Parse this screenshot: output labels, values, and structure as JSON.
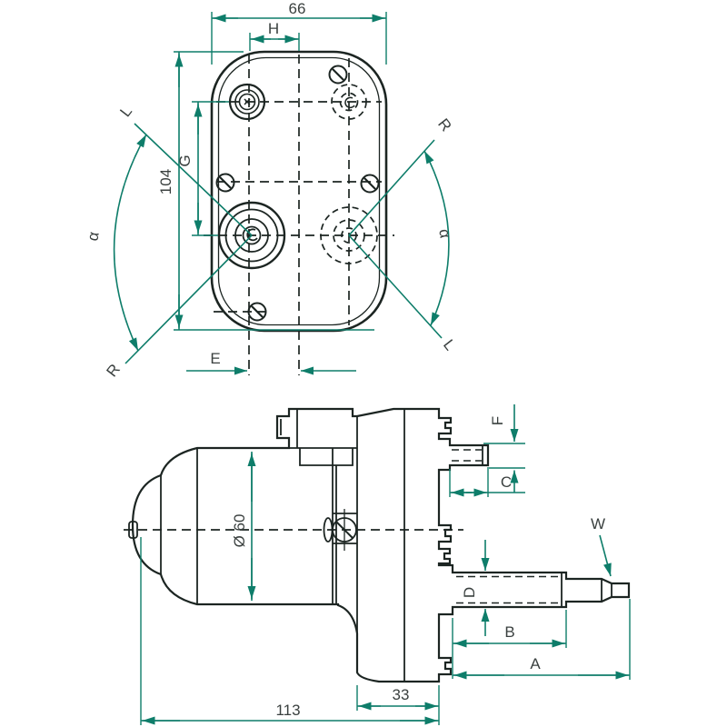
{
  "drawing": {
    "description": "Two-view technical dimension drawing of a windscreen wiper motor",
    "colors": {
      "background": "#ffffff",
      "dimension_line": "#0e7d6a",
      "outline": "#1c2522",
      "label_text": "#3a403f",
      "front_view_fill": "#c6d3d0",
      "front_view_rim": "#b9c9c5",
      "boss_fill": "#9db4af",
      "side_view_fill": "#8fa9a6"
    },
    "labels": {
      "top_width": "66",
      "hole_spacing": "H",
      "top_height": "104",
      "shaft_to_hole": "G",
      "shaft_offset": "E",
      "sweep_left_upper": "L",
      "sweep_left_lower": "R",
      "sweep_angle_left": "α",
      "sweep_right_upper": "R",
      "sweep_right_lower": "L",
      "sweep_angle_right": "α",
      "body_diameter": "Ø 60",
      "stub_diameter": "F",
      "stub_length": "C",
      "shaft_diameter": "D",
      "shaft_tip": "W",
      "thread_length": "B",
      "shaft_length": "A",
      "gearbox_depth": "33",
      "total_length": "113"
    }
  }
}
